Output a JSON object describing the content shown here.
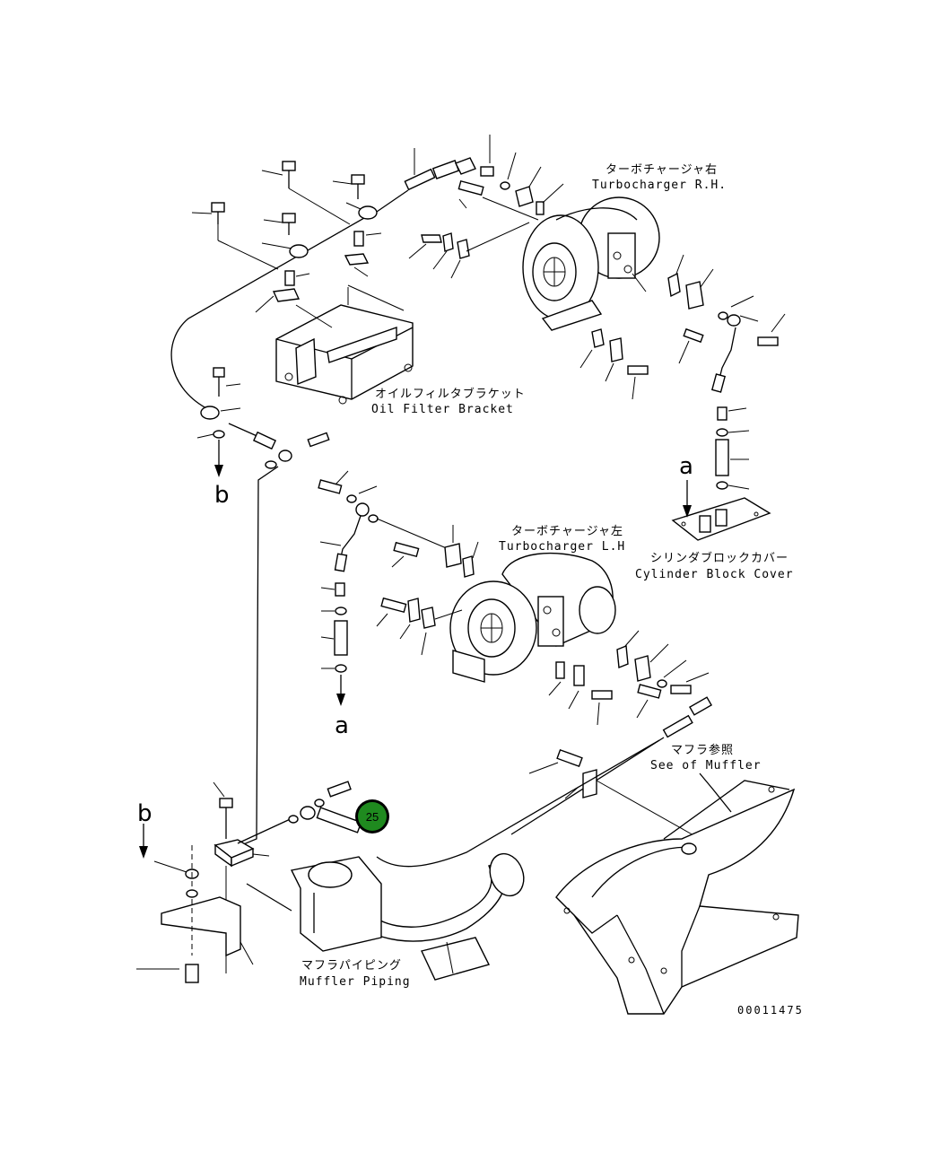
{
  "labels": {
    "turbo_rh_jp": "ターボチャージャ右",
    "turbo_rh_en": "Turbocharger R.H.",
    "oil_bracket_jp": "オイルフィルタブラケット",
    "oil_bracket_en": "Oil Filter Bracket",
    "turbo_lh_jp": "ターボチャージャ左",
    "turbo_lh_en": "Turbocharger L.H",
    "cyl_cover_jp": "シリンダブロックカバー",
    "cyl_cover_en": "Cylinder Block Cover",
    "muffler_ref_jp": "マフラ参照",
    "muffler_ref_en": "See of Muffler",
    "muffler_pipe_jp": "マフラパイピング",
    "muffler_pipe_en": "Muffler Piping",
    "part_number": "00011475"
  },
  "references": {
    "a_top": "a",
    "a_bottom": "a",
    "b_top": "b",
    "b_bottom": "b"
  },
  "callout": {
    "number": "25",
    "color": "#1f8a1f",
    "ring_color": "#000000"
  }
}
